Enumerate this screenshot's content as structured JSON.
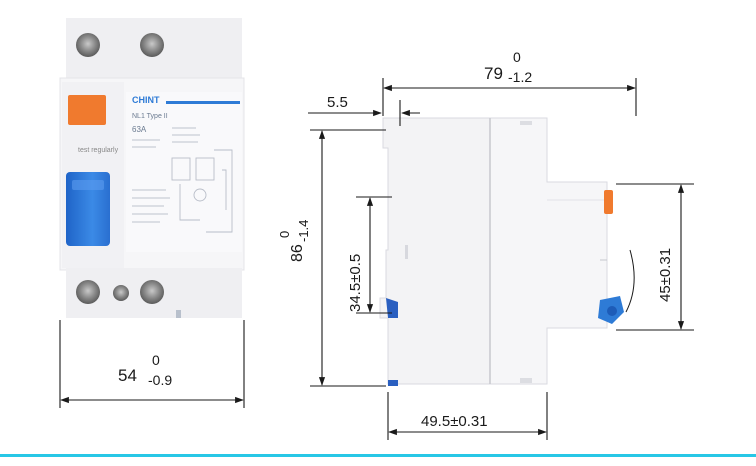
{
  "front_view": {
    "brand": "CHINT",
    "model": "NL1 Type II",
    "rating": "63A",
    "test_label": "test regularly",
    "width_dim": {
      "nominal": "54",
      "upper_tol": "0",
      "lower_tol": "-0.9"
    }
  },
  "side_view": {
    "depth_dim": {
      "nominal": "79",
      "upper_tol": "0",
      "lower_tol": "-1.2"
    },
    "offset_dim": "5.5",
    "height_dim": {
      "nominal": "86",
      "upper_tol": "0",
      "lower_tol": "-1.4"
    },
    "rail_dim": "34.5±0.5",
    "front_height_dim": "45±0.31",
    "base_depth_dim": "49.5±0.31"
  },
  "colors": {
    "accent_blue": "#2e7bd6",
    "test_button_orange": "#f07a2e",
    "bottom_rule": "#28c7e6",
    "body_white": "#f3f3f5",
    "dim_line": "#1a1a1a"
  }
}
